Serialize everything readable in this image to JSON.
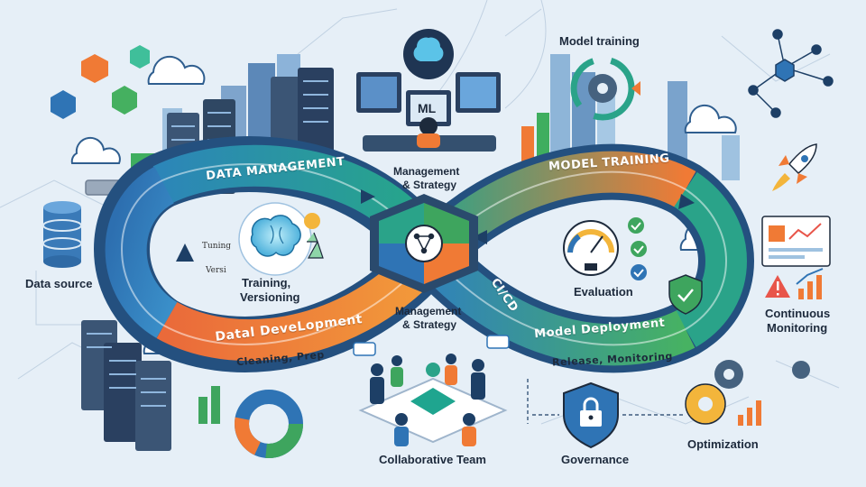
{
  "labels": {
    "data_source": "Data source",
    "model_training_top": "Model training",
    "management_strategy_top_1": "Management",
    "management_strategy_top_2": "& Strategy",
    "management_strategy_mid_1": "Management",
    "management_strategy_mid_2": "& Strategy",
    "training_versioning_1": "Training,",
    "training_versioning_2": "Versioning",
    "tuning": "Tuning",
    "versioning_short": "Versi",
    "evaluation": "Evaluation",
    "continuous_monitoring_1": "Continuous",
    "continuous_monitoring_2": "Monitoring",
    "collaborative_team": "Collaborative Team",
    "governance": "Governance",
    "optimization": "Optimization",
    "ml_monitor": "ML"
  },
  "bands": {
    "data_management": "DATA MANAGEMENT",
    "data_development": "Datal DeveLopment",
    "cleaning_prep": "Cleaning, Prep",
    "model_training": "MODEL TRAINING",
    "ci_cd": "CI/CD",
    "model_deployment": "Model Deployment",
    "release_monitoring": "Release, Monitoring"
  },
  "colors": {
    "background": "#e6eff7",
    "loop_blue": "#2f74b5",
    "loop_teal": "#1fa58f",
    "loop_orange": "#f07a35",
    "loop_green": "#45b060",
    "dark_navy": "#1d2a3c",
    "accent_yellow": "#f3b53b"
  }
}
